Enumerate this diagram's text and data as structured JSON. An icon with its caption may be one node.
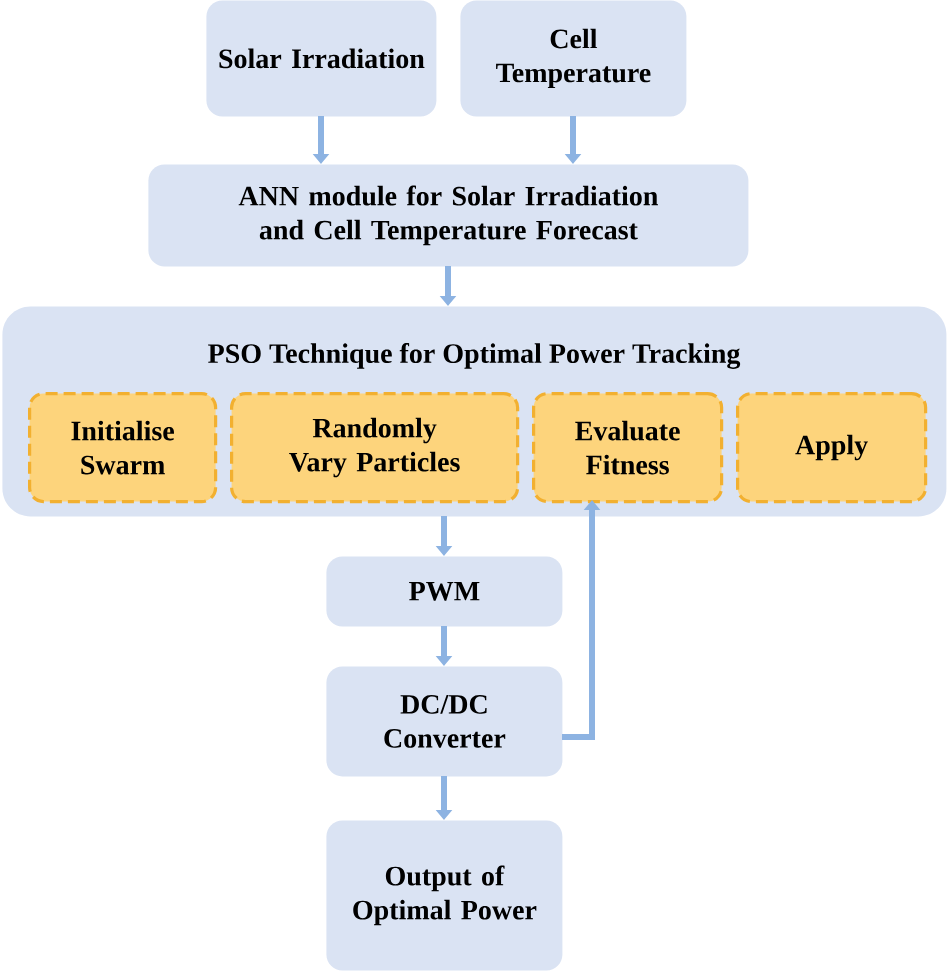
{
  "diagram": {
    "nodes": [
      {
        "text": [
          "Solar Irradiation"
        ]
      },
      {
        "text": [
          "Cell Temperature"
        ]
      },
      {
        "text": [
          "ANN module for Solar Irradiation and Cell Temperature Forecast"
        ]
      },
      {
        "text": [
          "PSO Technique for Optimal Power Tracking"
        ]
      },
      {
        "text": [
          "Initialise Swarm"
        ],
        "in": 3
      },
      {
        "text": [
          "Randomly Vary Particles"
        ],
        "in": 3
      },
      {
        "text": [
          "Evaluate Fitness"
        ],
        "in": 3
      },
      {
        "text": [
          "Apply"
        ],
        "in": 3
      },
      {
        "text": [
          "PWM"
        ]
      },
      {
        "text": [
          "DC/DC Converter"
        ]
      },
      {
        "text": [
          "Output of Optimal Power"
        ]
      }
    ],
    "edges": [
      {
        "from": 0,
        "to": 2,
        "arrow": "to"
      },
      {
        "from": 1,
        "to": 2,
        "arrow": "to"
      },
      {
        "from": 2,
        "to": 3,
        "arrow": "to"
      },
      {
        "from": 3,
        "to": 8,
        "arrow": "to"
      },
      {
        "from": 8,
        "to": 9,
        "arrow": "to"
      },
      {
        "from": 9,
        "to": 10,
        "arrow": "to"
      },
      {
        "from": 9,
        "to": 6,
        "arrow": "to"
      }
    ]
  }
}
